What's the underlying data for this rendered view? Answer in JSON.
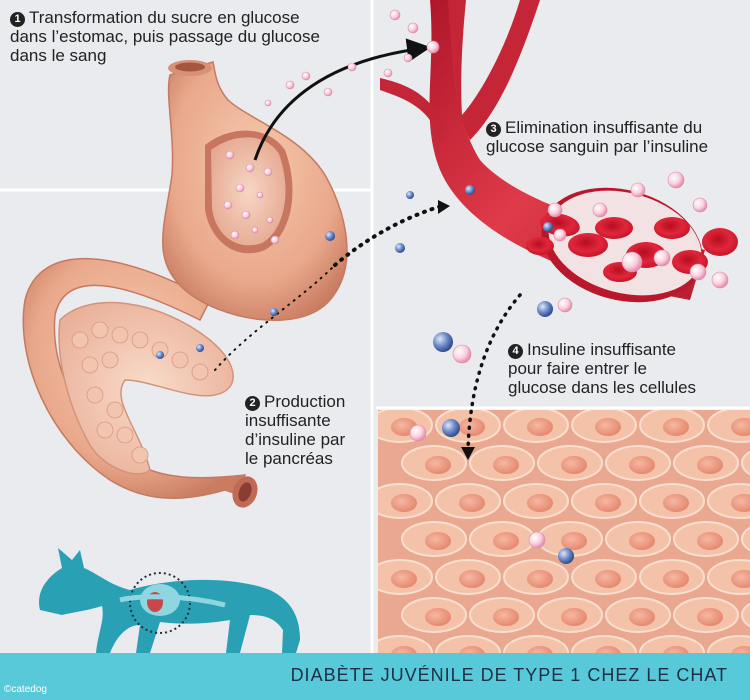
{
  "steps": [
    {
      "number": "1",
      "lines": [
        "Transformation du sucre en glucose",
        "dans l’estomac, puis passage du glucose",
        "dans le sang"
      ]
    },
    {
      "number": "2",
      "lines": [
        "Production",
        "insuffisante",
        "d’insuline par",
        "le pancréas"
      ]
    },
    {
      "number": "3",
      "lines": [
        "Elimination insuffisante du",
        "glucose sanguin par l’insuline"
      ]
    },
    {
      "number": "4",
      "lines": [
        "Insuline insuffisante",
        "pour faire entrer le",
        "glucose dans les cellules"
      ]
    }
  ],
  "footer": {
    "title": "DIABÈTE JUVÉNILE DE TYPE 1 CHEZ LE CHAT",
    "credit": "©catedog"
  },
  "colors": {
    "background": "#e9ebee",
    "footer_band": "#57c9d8",
    "stomach": "#e8a98c",
    "blood_vessel": "#c8283a",
    "red_cells": "#d9162a",
    "cells": "#f3c2a8",
    "cell_nuclei": "#ef9a80",
    "glucose": "#f7bfd0",
    "insulin": "#5a78b8",
    "cat": "#2aa0b4"
  },
  "icons": [
    "stomach-illustration",
    "intestine-illustration",
    "pancreas-illustration",
    "blood-vessel-illustration",
    "tissue-cells-illustration",
    "cat-silhouette",
    "glucose-molecule",
    "insulin-molecule",
    "red-blood-cell",
    "curved-arrow",
    "dotted-arrow"
  ]
}
